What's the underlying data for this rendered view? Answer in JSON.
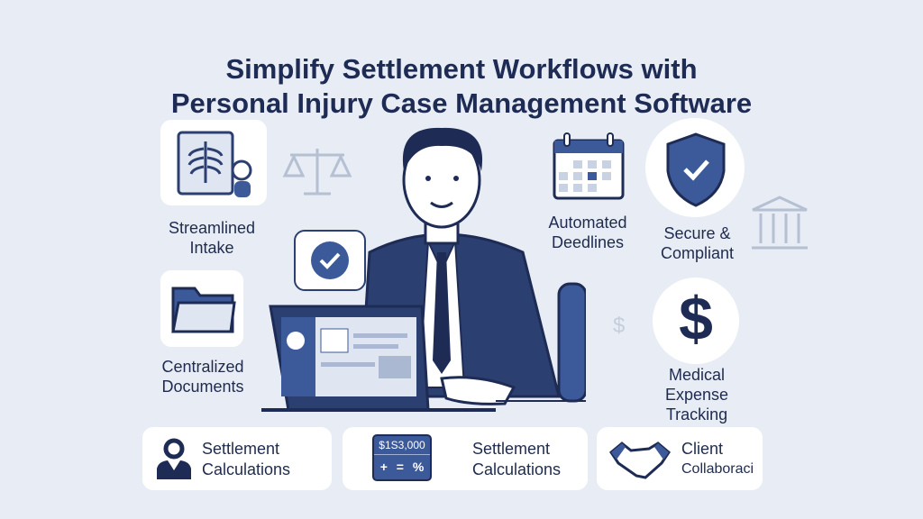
{
  "title": {
    "line1": "Simplify Settlement Workflows with",
    "line2": "Personal Injury Case Management Software"
  },
  "features": {
    "intake": "Streamlined Intake",
    "documents": "Centralized Documents",
    "deadlines": "Automated Deedlines",
    "secure": "Secure & Compliant",
    "medical": "Medical Expense Tracking"
  },
  "bottom": [
    {
      "label1": "Settlement",
      "label2": "Calculations"
    },
    {
      "label1": "Settlement",
      "label2": "Calculations",
      "calc_amount": "$1S3,000",
      "calc_keys": "+ = %"
    },
    {
      "label1": "Client",
      "label2": "Collaboraci"
    }
  ],
  "colors": {
    "navy": "#1e2c55",
    "accent": "#3c5a9a",
    "bg": "#e8edf5"
  }
}
